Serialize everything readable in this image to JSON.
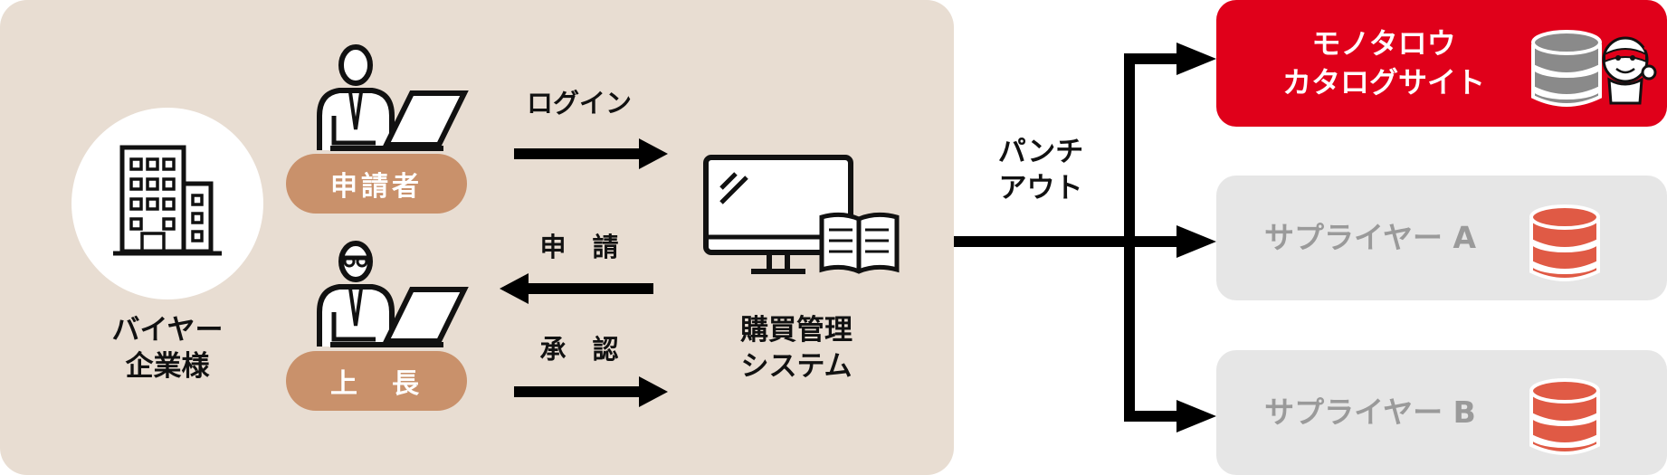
{
  "buyer": {
    "label": "バイヤー\n企業様"
  },
  "applicant": {
    "label": "申請者"
  },
  "boss": {
    "label": "上　長"
  },
  "arrows": {
    "login": "ログイン",
    "request": "申　請",
    "approve": "承　認"
  },
  "system": {
    "label": "購買管理\nシステム"
  },
  "punchout": {
    "label": "パンチ\nアウト"
  },
  "targets": [
    {
      "label": "モノタロウ\nカタログサイト"
    },
    {
      "label": "サプライヤー A"
    },
    {
      "label": "サプライヤー B"
    }
  ],
  "colors": {
    "panel": "#e8ddd2",
    "pill": "#c9916b",
    "monotaro": "#e0001a",
    "supplier_box": "#e6e6e6",
    "supplier_text": "#9a9a9a",
    "db_red": "#e05a45"
  }
}
